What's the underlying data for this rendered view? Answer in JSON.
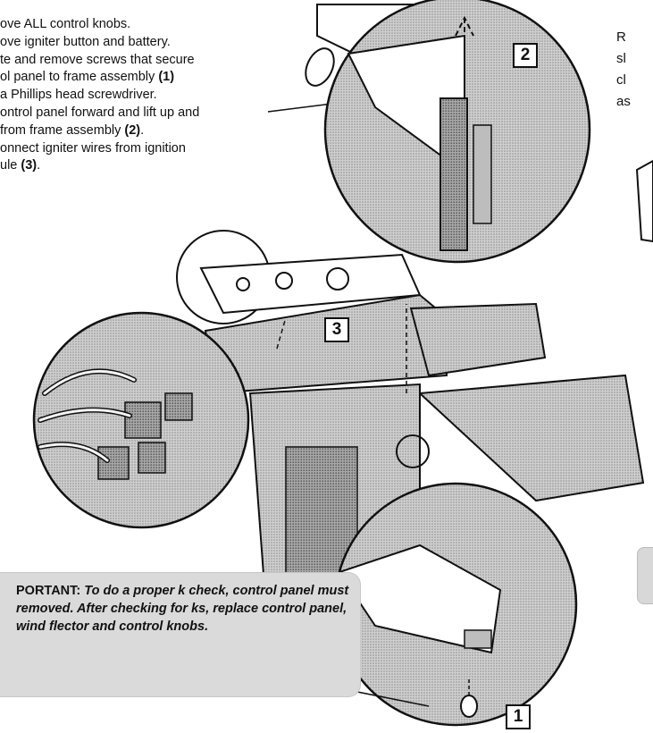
{
  "steps": [
    {
      "text": "ove ALL control knobs."
    },
    {
      "text": "ove igniter button and battery."
    },
    {
      "text": "te and remove screws that secure"
    },
    {
      "text": "ol panel to frame assembly ",
      "ref": "(1)"
    },
    {
      "text": "a Phillips head screwdriver."
    },
    {
      "text": "ontrol panel forward and lift up and"
    },
    {
      "text": " from frame assembly ",
      "ref": "(2)",
      "tail": "."
    },
    {
      "text": "onnect igniter wires from ignition"
    },
    {
      "text": "ule ",
      "ref": "(3)",
      "tail": "."
    }
  ],
  "right_text": [
    "R",
    "sl",
    "cl",
    "as"
  ],
  "important": {
    "lead": "PORTANT:",
    "body": " To do a proper k check, control panel must removed. After checking for ks, replace control panel, wind flector and control knobs."
  },
  "callouts": {
    "one": "1",
    "two": "2",
    "three": "3"
  },
  "colors": {
    "shade": "#dadada",
    "line": "#111111",
    "grill": "#8a8a8a"
  }
}
